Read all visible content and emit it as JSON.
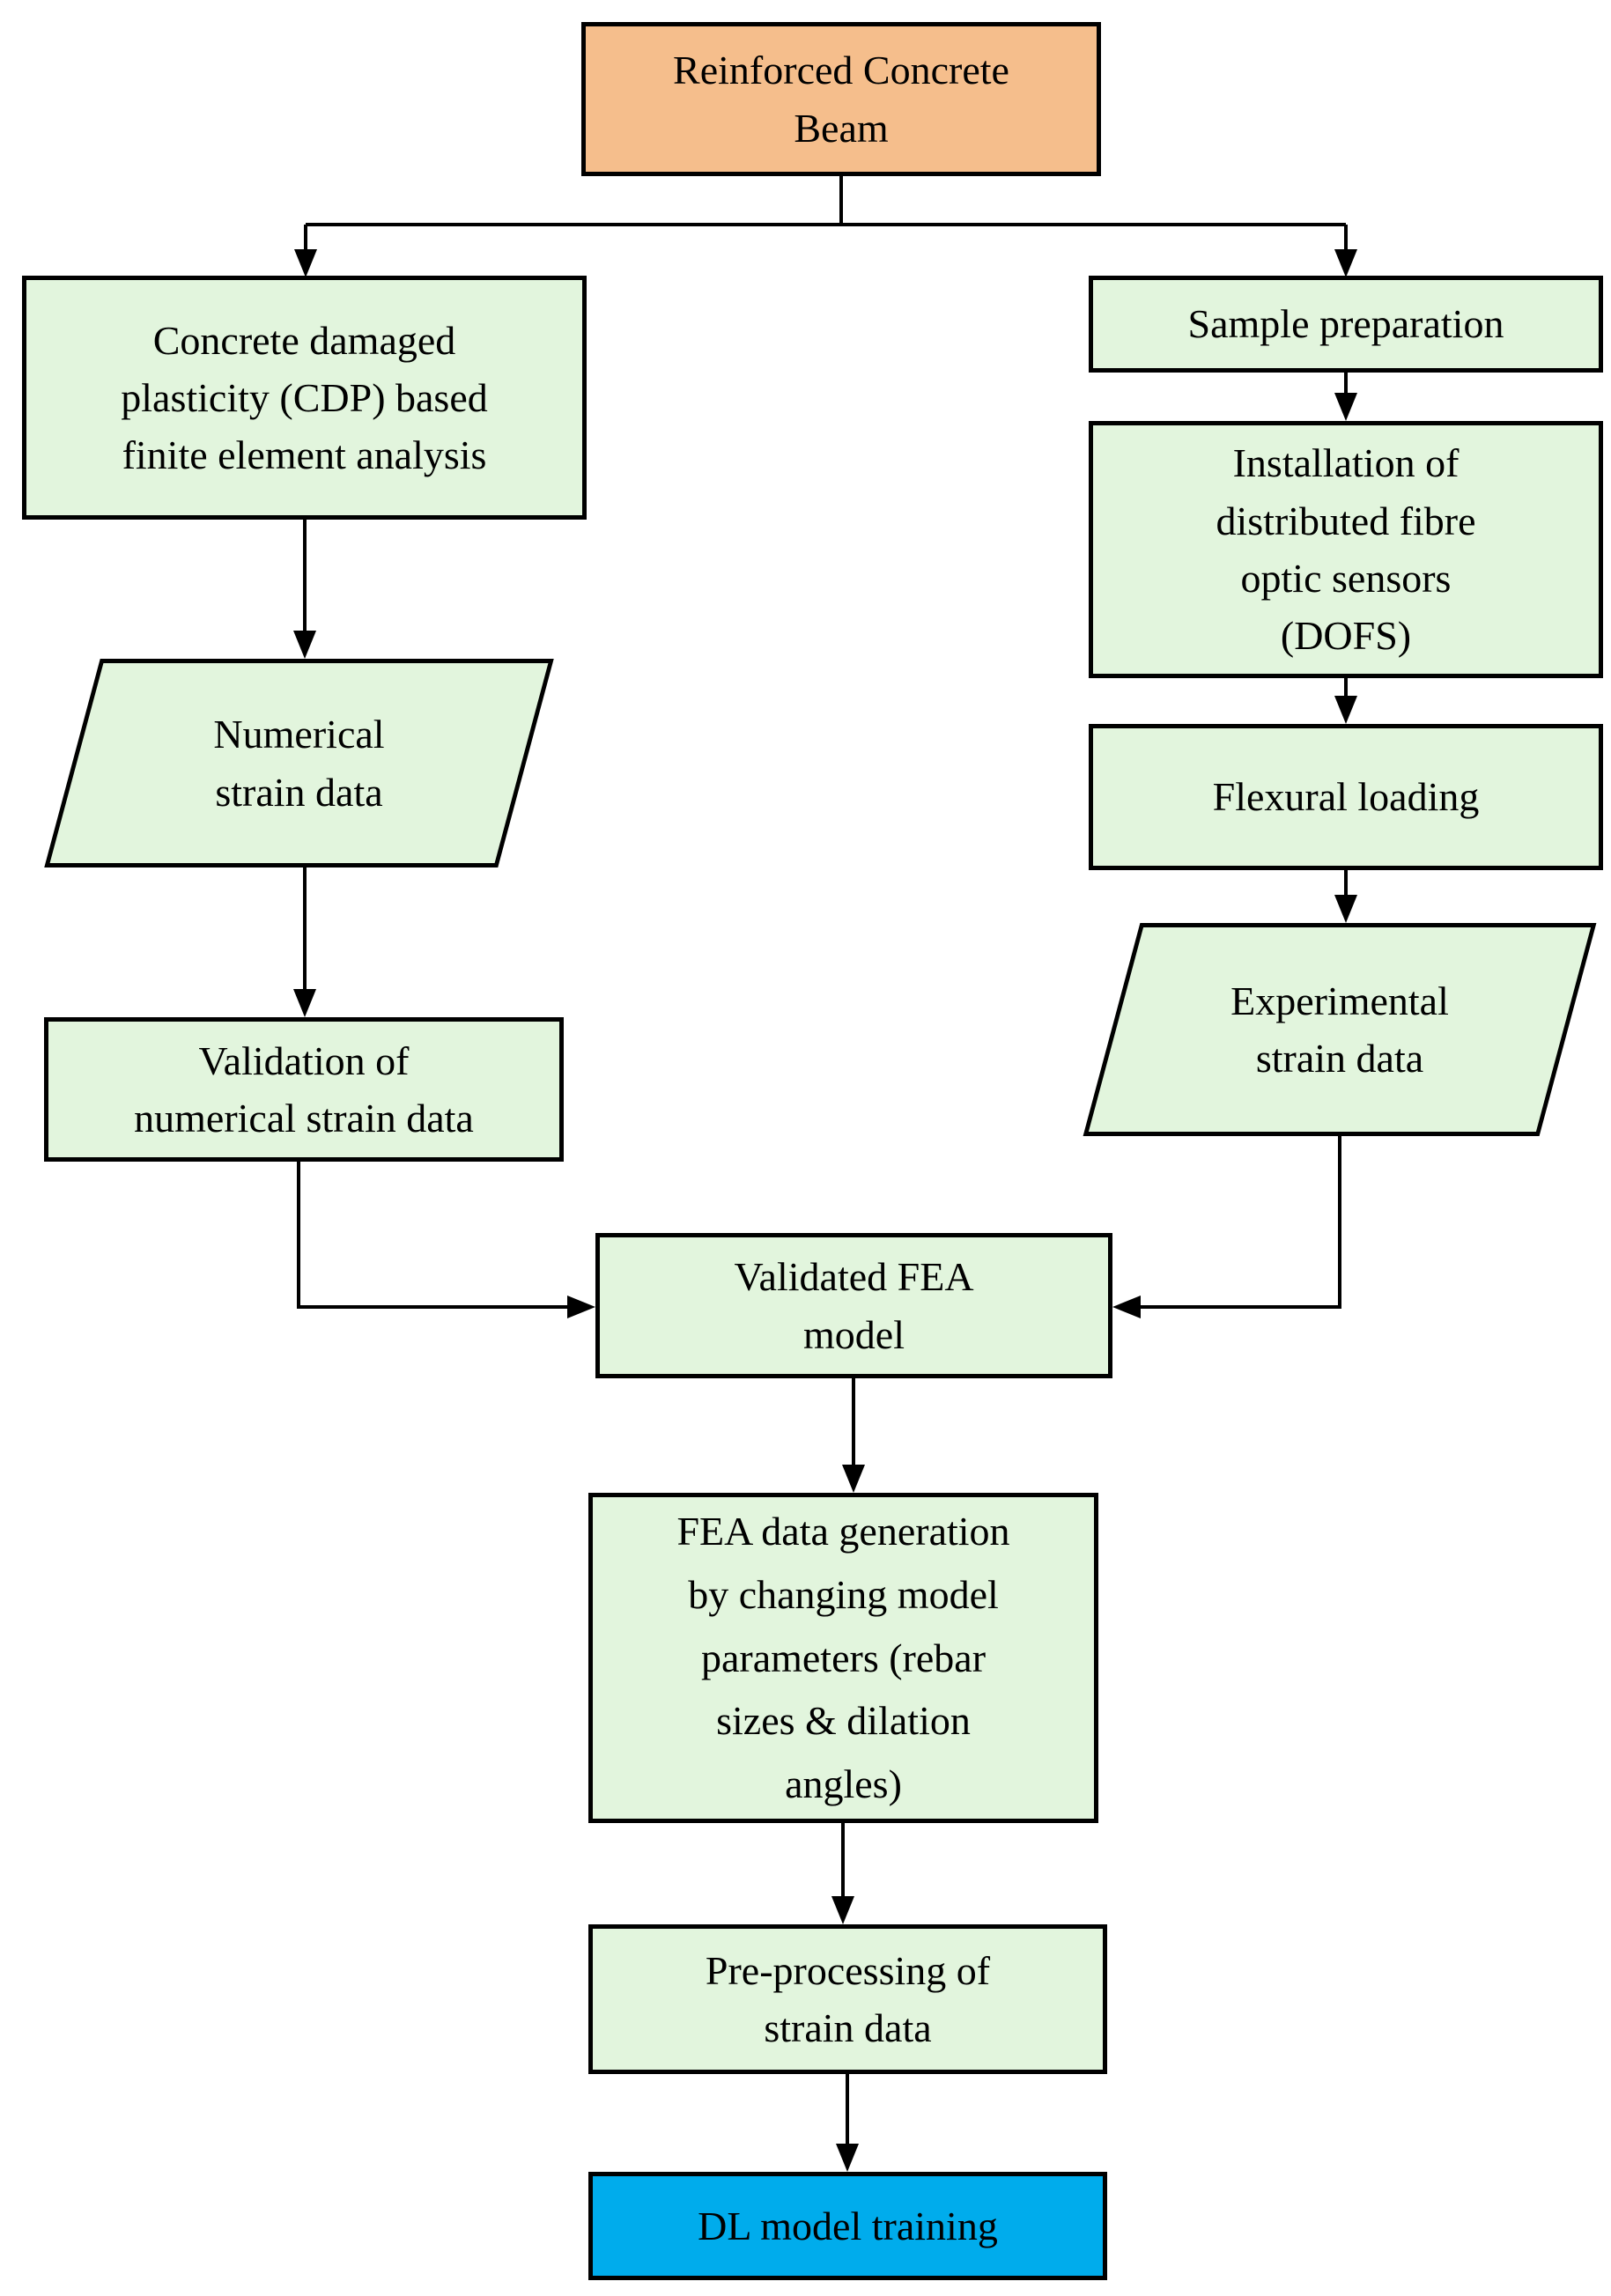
{
  "diagram": {
    "type": "flowchart",
    "colors": {
      "start_fill": "#F5BE8C",
      "process_fill": "#E2F5DD",
      "end_fill": "#00ACEC",
      "border": "#000000",
      "arrow": "#000000",
      "text": "#000000"
    },
    "nodes": {
      "beam": {
        "label": "Reinforced Concrete\nBeam",
        "shape": "rectangle"
      },
      "cdp": {
        "label": "Concrete damaged\nplasticity (CDP) based\nfinite element analysis",
        "shape": "rectangle"
      },
      "numerical": {
        "label": "Numerical\nstrain data",
        "shape": "parallelogram"
      },
      "validation": {
        "label": "Validation of\nnumerical strain data",
        "shape": "rectangle"
      },
      "sample": {
        "label": "Sample preparation",
        "shape": "rectangle"
      },
      "installation": {
        "label": "Installation of\ndistributed fibre\noptic sensors\n(DOFS)",
        "shape": "rectangle"
      },
      "flexural": {
        "label": "Flexural loading",
        "shape": "rectangle"
      },
      "experimental": {
        "label": "Experimental\nstrain data",
        "shape": "parallelogram"
      },
      "validated": {
        "label": "Validated FEA\nmodel",
        "shape": "rectangle"
      },
      "feagen": {
        "label": "FEA data generation\nby changing model\nparameters (rebar\nsizes & dilation\nangles)",
        "shape": "rectangle"
      },
      "preprocessing": {
        "label": "Pre-processing of\nstrain data",
        "shape": "rectangle"
      },
      "dl": {
        "label": "DL model training",
        "shape": "rectangle"
      }
    },
    "edges": [
      {
        "from": "beam",
        "to": "cdp"
      },
      {
        "from": "beam",
        "to": "sample"
      },
      {
        "from": "cdp",
        "to": "numerical"
      },
      {
        "from": "numerical",
        "to": "validation"
      },
      {
        "from": "validation",
        "to": "validated"
      },
      {
        "from": "sample",
        "to": "installation"
      },
      {
        "from": "installation",
        "to": "flexural"
      },
      {
        "from": "flexural",
        "to": "experimental"
      },
      {
        "from": "experimental",
        "to": "validated"
      },
      {
        "from": "validated",
        "to": "feagen"
      },
      {
        "from": "feagen",
        "to": "preprocessing"
      },
      {
        "from": "preprocessing",
        "to": "dl"
      }
    ]
  }
}
